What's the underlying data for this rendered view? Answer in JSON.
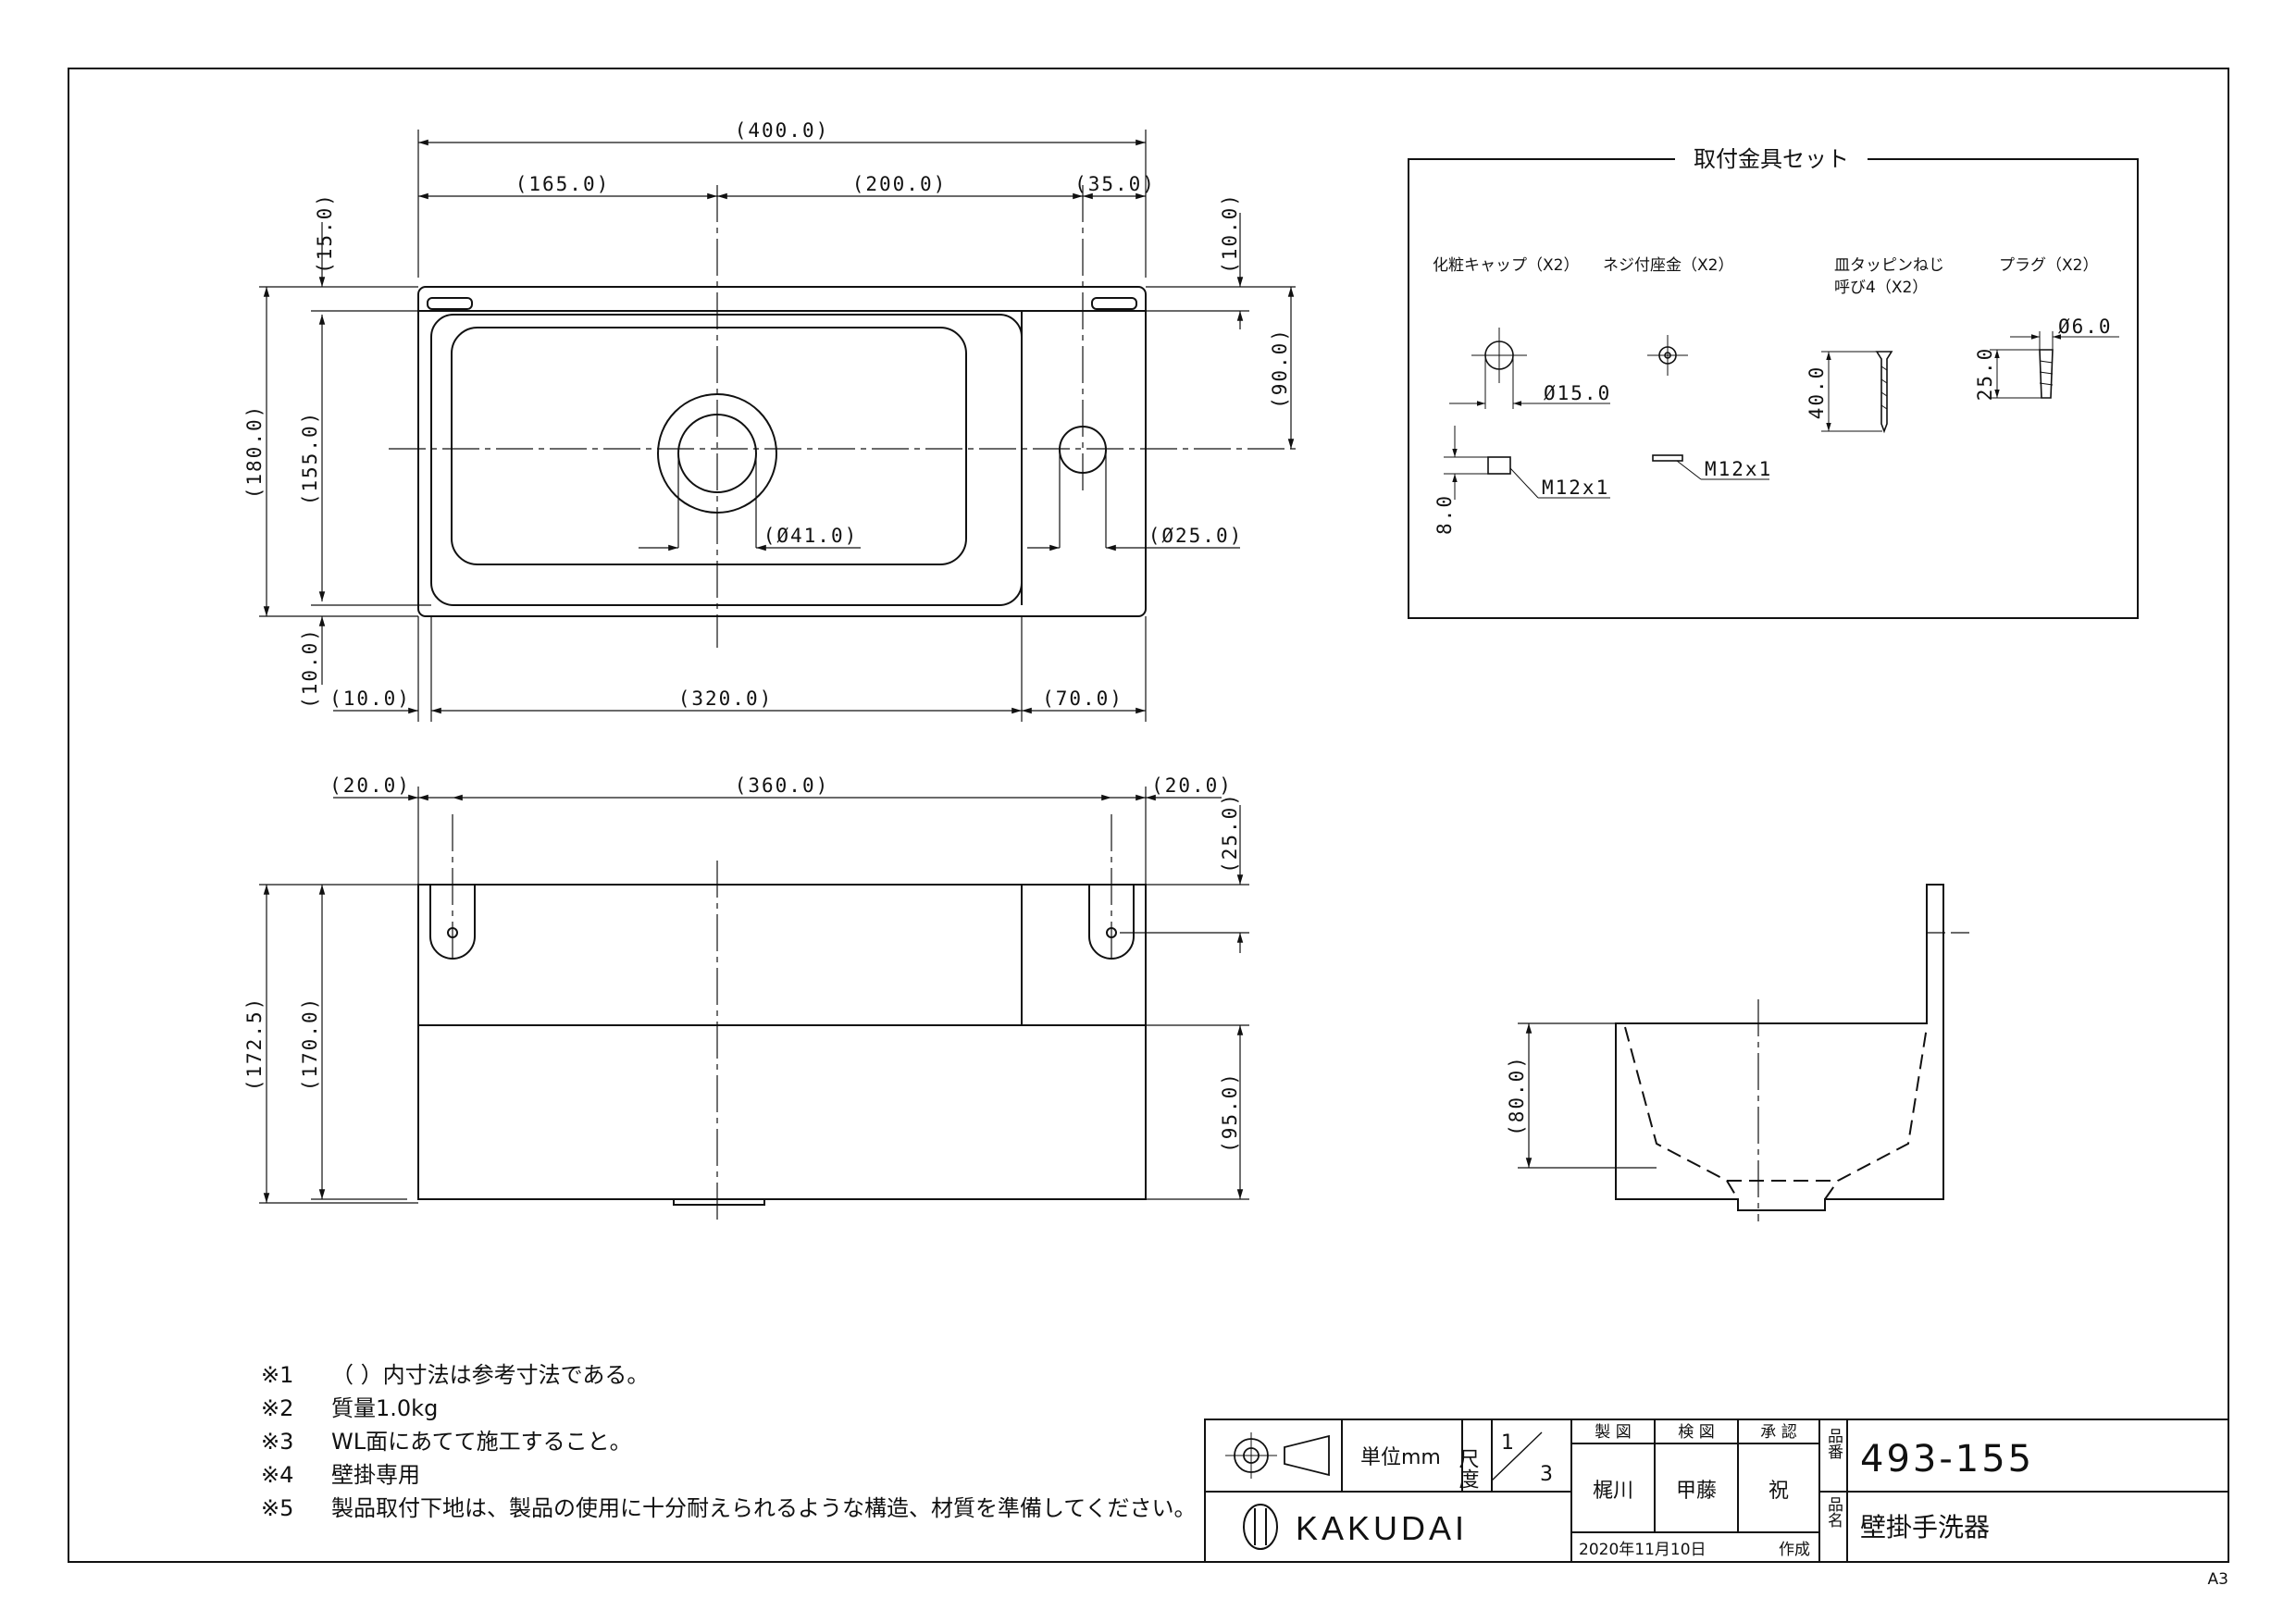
{
  "dimensions": {
    "top_view": {
      "total_width": "(400.0)",
      "left_to_center": "(165.0)",
      "center_to_hole": "(200.0)",
      "hole_to_edge": "(35.0)",
      "top_lip": "(15.0)",
      "top_right_lip": "(10.0)",
      "total_depth": "(180.0)",
      "bowl_depth": "(155.0)",
      "hole_offset": "(90.0)",
      "bottom_lip": "(10.0)",
      "left_offset": "(10.0)",
      "bowl_width": "(320.0)",
      "deck_width": "(70.0)",
      "drain_dia": "(Ø41.0)",
      "faucet_dia": "(Ø25.0)"
    },
    "front_view": {
      "left_edge": "(20.0)",
      "hole_pitch": "(360.0)",
      "right_edge": "(20.0)",
      "hole_height": "(25.0)",
      "total_height": "(172.5)",
      "body_height": "(170.0)",
      "lower_height": "(95.0)"
    },
    "side_view": {
      "bowl_depth": "(80.0)"
    }
  },
  "kit": {
    "title": "取付金具セット",
    "items": [
      {
        "label": "化粧キャップ（X2）",
        "dim_a": "Ø15.0",
        "dim_b": "M12x1",
        "dim_c": "8.0"
      },
      {
        "label": "ネジ付座金（X2）",
        "dim_b": "M12x1"
      },
      {
        "label": "皿タッピンねじ",
        "label2": "呼び4（X2）",
        "dim_a": "40.0"
      },
      {
        "label": "プラグ（X2）",
        "dim_a": "Ø6.0",
        "dim_b": "25.0"
      }
    ]
  },
  "notes": [
    {
      "mark": "※1",
      "text": "（ ）内寸法は参考寸法である。"
    },
    {
      "mark": "※2",
      "text": "質量1.0kg"
    },
    {
      "mark": "※3",
      "text": "WL面にあてて施工すること。"
    },
    {
      "mark": "※4",
      "text": "壁掛専用"
    },
    {
      "mark": "※5",
      "text": "製品取付下地は、製品の使用に十分耐えられるような構造、材質を準備してください。"
    }
  ],
  "title_block": {
    "unit": "単位mm",
    "scale_label": "尺度",
    "scale_num": "1",
    "scale_den": "3",
    "made_label": "製 図",
    "check_label": "検 図",
    "approve_label": "承 認",
    "made_by": "梶川",
    "checked_by": "甲藤",
    "approved_by": "祝",
    "part_no_label": "品番",
    "part_no": "493-155",
    "part_name_label": "品名",
    "part_name": "壁掛手洗器",
    "brand": "KAKUDAI",
    "date": "2020年11月10日",
    "date_suffix": "作成"
  },
  "sheet_size": "A3"
}
